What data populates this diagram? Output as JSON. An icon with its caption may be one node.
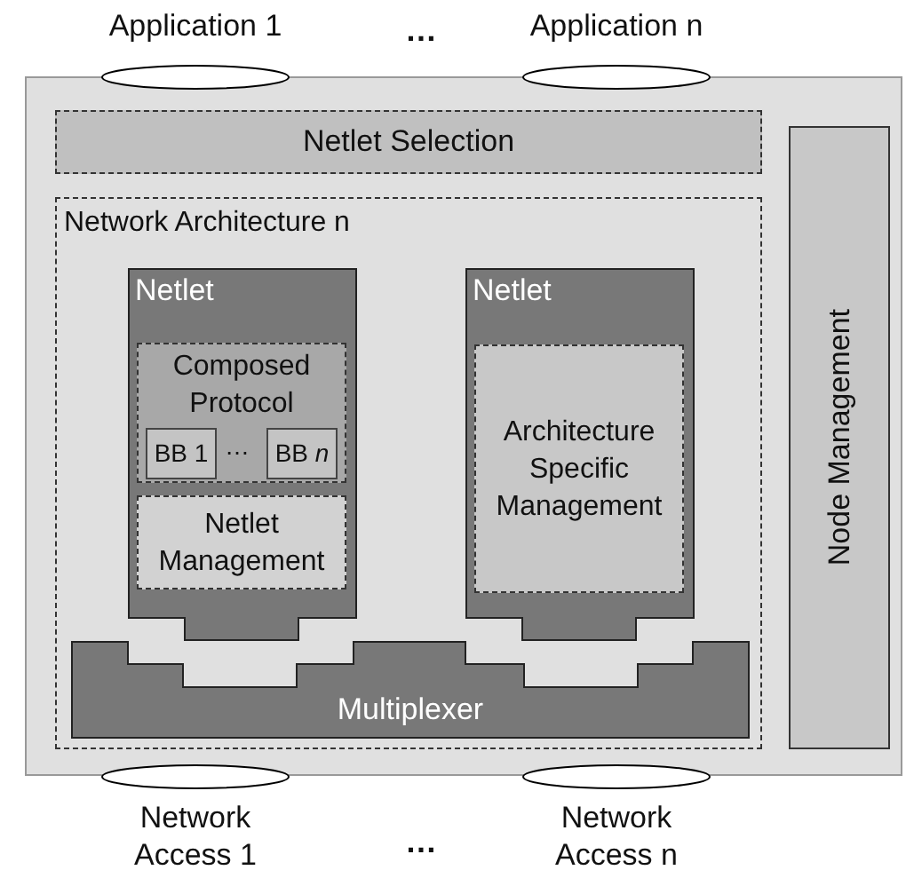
{
  "diagram": {
    "nodes": [
      {
        "text": [],
        "shape": "box"
      },
      {
        "text": [
          "Application 1"
        ]
      },
      {
        "text": [
          "Application n"
        ]
      },
      {
        "text": [
          "Netlet Selection"
        ],
        "in": 0
      },
      {
        "text": [
          "Network Architecture n"
        ],
        "in": 0
      },
      {
        "text": [
          "Netlet"
        ],
        "in": 4
      },
      {
        "text": [
          "Composed Protocol"
        ],
        "in": 5
      },
      {
        "text": [
          "BB 1"
        ],
        "in": 6
      },
      {
        "text": [
          "BB *n*"
        ],
        "in": 6
      },
      {
        "text": [
          "Netlet Management"
        ],
        "in": 5
      },
      {
        "text": [
          "Netlet"
        ],
        "in": 4
      },
      {
        "text": [
          "Architecture Specific Management"
        ],
        "in": 10
      },
      {
        "text": [
          "Multiplexer"
        ],
        "in": 4
      },
      {
        "text": [
          "Node Management"
        ],
        "in": 0
      },
      {
        "text": [
          "Network Access 1"
        ]
      },
      {
        "text": [
          "Network Access n"
        ]
      }
    ],
    "edges": [],
    "labels": [
      "…",
      "…",
      "…"
    ]
  }
}
